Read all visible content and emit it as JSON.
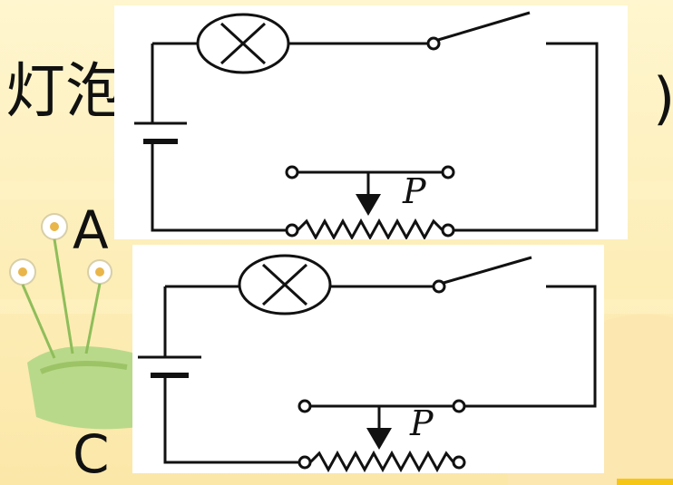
{
  "question": {
    "text": "灯泡",
    "paren": ")"
  },
  "options": [
    {
      "label": "A",
      "slider_label": "P"
    },
    {
      "label": "C",
      "slider_label": "P"
    }
  ],
  "colors": {
    "bg_top": "#fff4c8",
    "bg_mid": "#fdeab0",
    "leaf_green": "#b7d787",
    "accent_yellow": "#f5c518",
    "wire": "#111111"
  }
}
